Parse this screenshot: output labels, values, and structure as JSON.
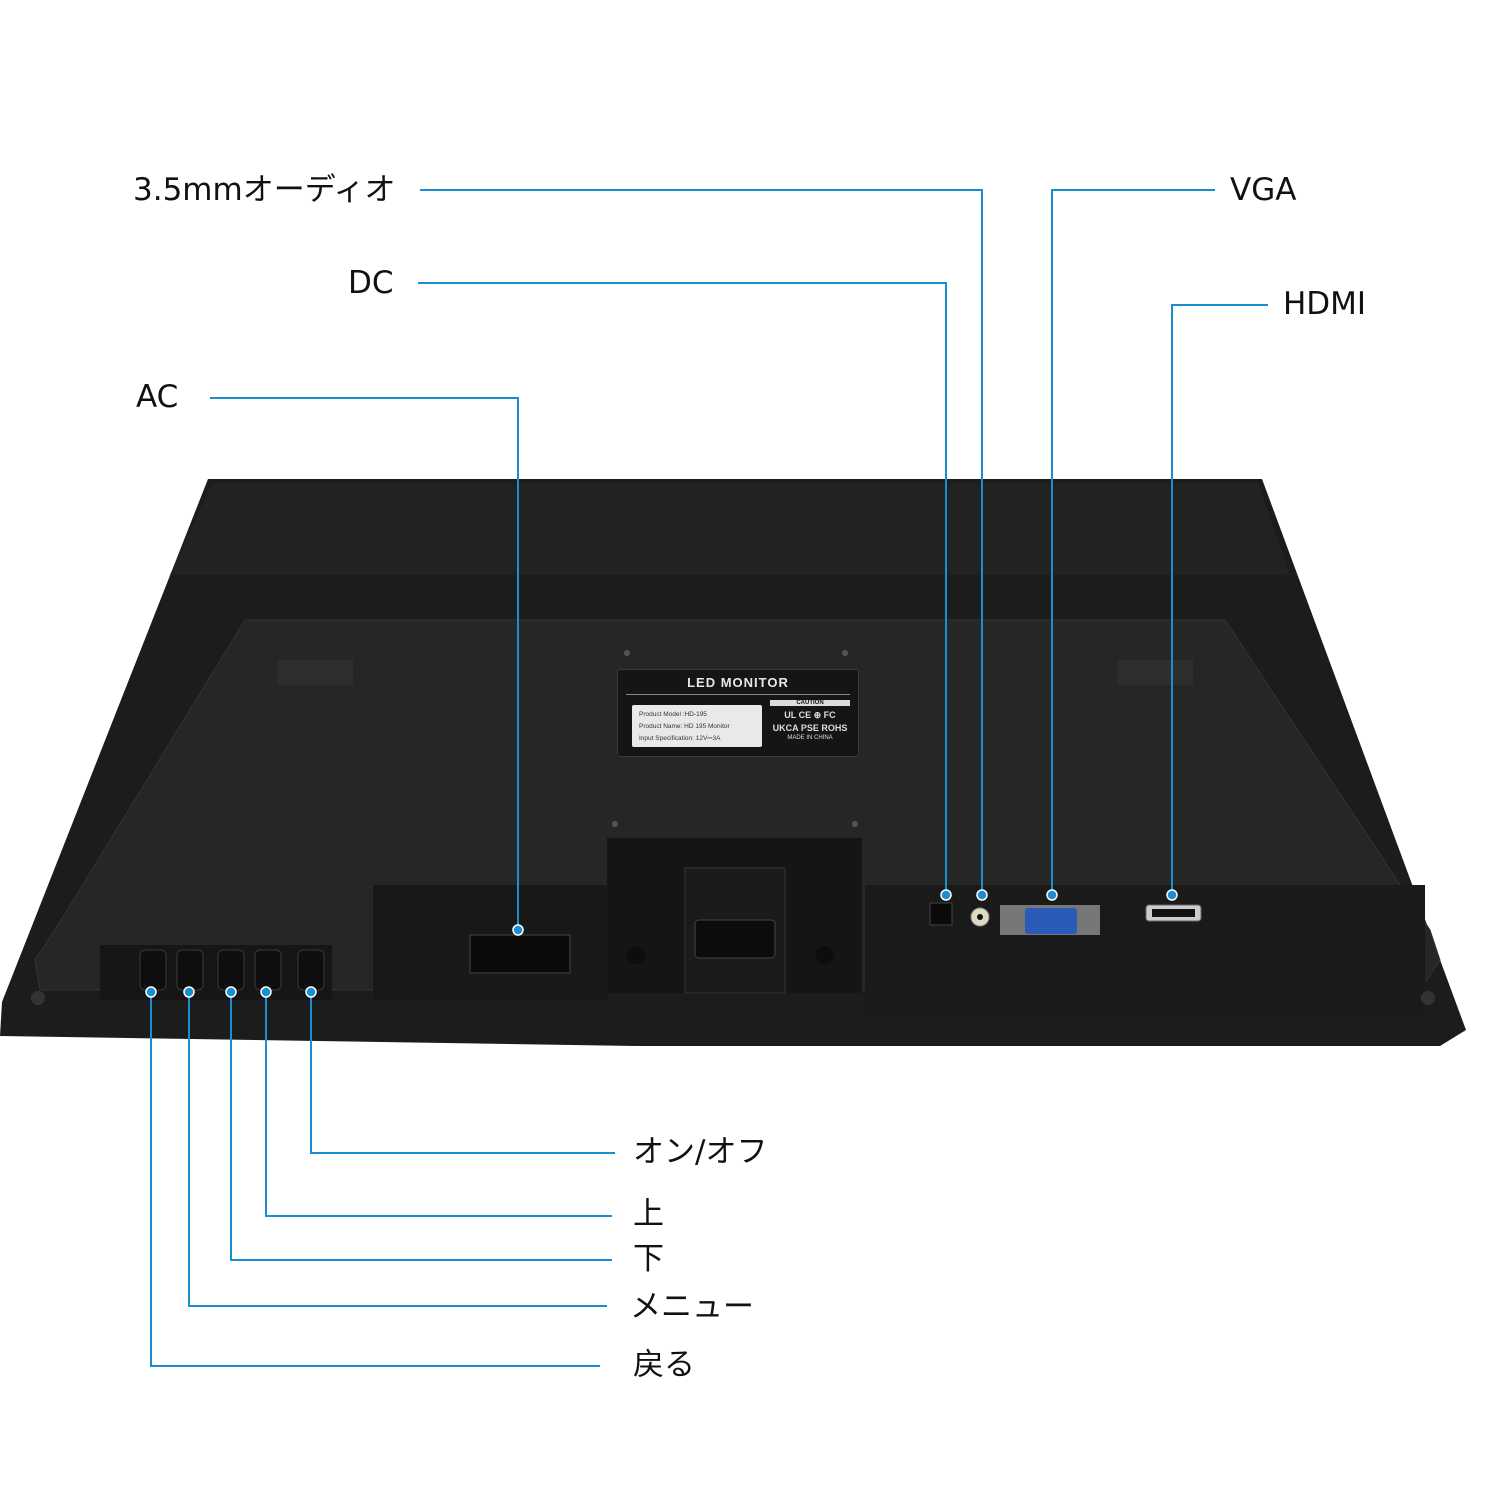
{
  "callouts": {
    "audio": "3.5mmオーディオ",
    "dc": "DC",
    "ac": "AC",
    "vga": "VGA",
    "hdmi": "HDMI",
    "power": "オン/オフ",
    "up": "上",
    "down": "下",
    "menu": "メニュー",
    "back": "戻る"
  },
  "label_sticker": {
    "title": "LED MONITOR",
    "model": "Product Model :HD-195",
    "name": "Product Name: HD 195 Monitor",
    "input": "Input Specification: 12V⎓3A",
    "caution": "CAUTION",
    "marks1": "UL CE ⊕ FC",
    "marks2": "UKCA PSE ROHS",
    "made_in": "MADE IN CHINA"
  },
  "colors": {
    "callout_line": "#1a8fd0",
    "body": "#1e1e1e"
  }
}
